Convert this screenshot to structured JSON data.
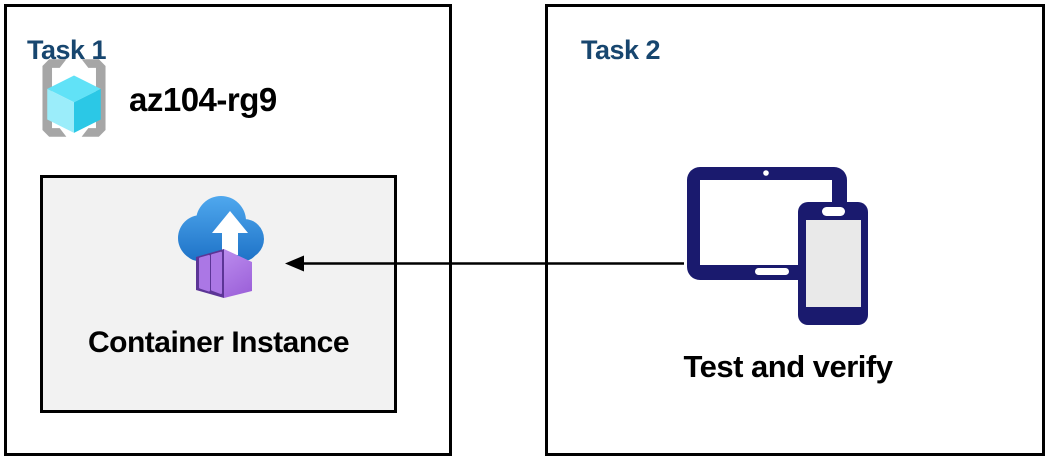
{
  "diagram": {
    "task1": {
      "title": "Task 1",
      "resource_group": {
        "icon": "resource-group-icon",
        "name": "az104-rg9"
      },
      "container_box": {
        "icon": "container-instances-icon",
        "label": "Container Instance"
      }
    },
    "task2": {
      "title": "Task 2",
      "devices": {
        "icon": "tablet-and-phone-icon",
        "label": "Test and verify"
      }
    },
    "connector": {
      "type": "arrow",
      "direction": "right-to-left",
      "from": "task2-devices",
      "to": "container-instance-box"
    }
  },
  "colors": {
    "panel_border": "#000000",
    "title_blue": "#17466F",
    "text_black": "#000000",
    "container_box_bg": "#F2F2F2",
    "device_navy": "#1A1A6E",
    "bracket_gray": "#A6A6A6",
    "cube_top": "#61E2F7",
    "cube_left": "#9BEDFA",
    "cube_right": "#2BC8E6",
    "cloud_blue_top": "#4FA8EE",
    "cloud_blue_bottom": "#1D71C6",
    "container_purple": "#AE7BE8",
    "container_door_dark": "#5C3596",
    "arrow_black": "#000000"
  }
}
